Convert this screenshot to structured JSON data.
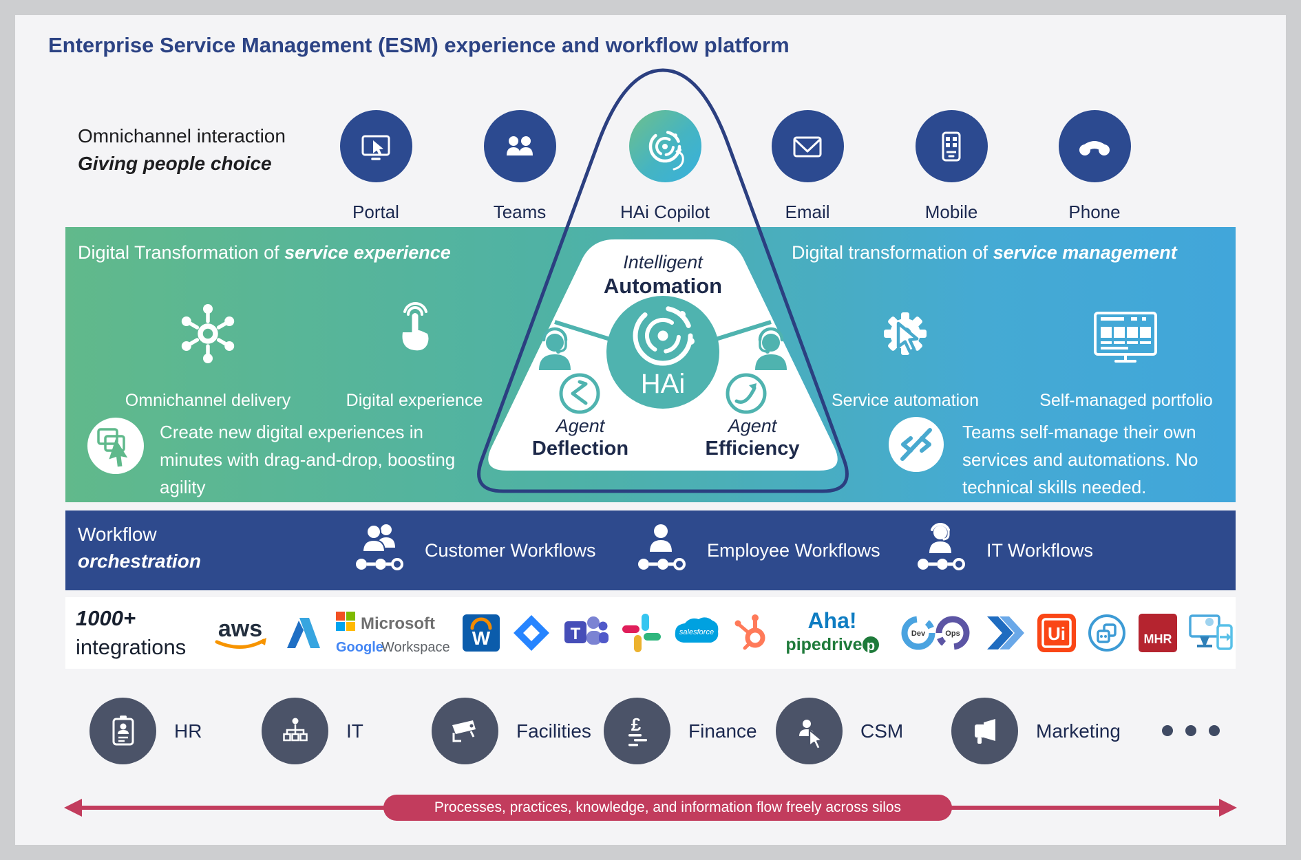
{
  "colors": {
    "navy_circle": "#2c4a90",
    "title_navy": "#2c4384",
    "dark_navy_text": "#1c2950",
    "teal": "#4fb3af",
    "band_green": "#61b98b",
    "band_blue": "#41a6da",
    "workflow_navy": "#2e4a8d",
    "slate": "#4b5368",
    "red": "#c23c5d"
  },
  "title": "Enterprise Service Management (ESM) experience and workflow platform",
  "omnichannel": {
    "heading_line1": "Omnichannel interaction",
    "heading_line2": "Giving people choice",
    "channels": [
      {
        "label": "Portal"
      },
      {
        "label": "Teams"
      },
      {
        "label": "HAi Copilot"
      },
      {
        "label": "Email"
      },
      {
        "label": "Mobile"
      },
      {
        "label": "Phone"
      }
    ]
  },
  "band": {
    "left_heading_prefix": "Digital Transformation of ",
    "left_heading_emphasis": "service experience",
    "right_heading_prefix": "Digital transformation of ",
    "right_heading_emphasis": "service management",
    "features": [
      {
        "label": "Omnichannel delivery"
      },
      {
        "label": "Digital experience"
      },
      {
        "label": "Service automation"
      },
      {
        "label": "Self-managed portfolio"
      }
    ],
    "left_note": "Create new digital experiences in minutes with drag-and-drop, boosting agility",
    "right_note": "Teams self-manage their own services and automations. No technical skills needed."
  },
  "pyramid": {
    "top_line1": "Intelligent",
    "top_line2": "Automation",
    "center_label": "HAi",
    "left_line1": "Agent",
    "left_line2": "Deflection",
    "right_line1": "Agent",
    "right_line2": "Efficiency"
  },
  "workflow": {
    "heading_line1": "Workflow",
    "heading_line2": "orchestration",
    "items": [
      {
        "label": "Customer Workflows"
      },
      {
        "label": "Employee Workflows"
      },
      {
        "label": "IT Workflows"
      }
    ]
  },
  "integrations": {
    "count": "1000+",
    "label": "integrations",
    "aws": "aws",
    "microsoft": "Microsoft",
    "google": "Google",
    "workspace": "Workspace",
    "workday_w": "W",
    "teams_t": "T",
    "salesforce": "salesforce",
    "aha": "Aha!",
    "pipedrive": "pipedrive",
    "pipedrive_p": "p",
    "dev": "Dev",
    "ops": "Ops",
    "uipath": "Ui",
    "mhr": "MHR"
  },
  "departments": {
    "items": [
      {
        "label": "HR"
      },
      {
        "label": "IT"
      },
      {
        "label": "Facilities"
      },
      {
        "label": "Finance"
      },
      {
        "label": "CSM"
      },
      {
        "label": "Marketing"
      }
    ],
    "finance_symbol": "£"
  },
  "footer": {
    "arrow_label": "Processes, practices, knowledge, and information flow freely across silos"
  }
}
